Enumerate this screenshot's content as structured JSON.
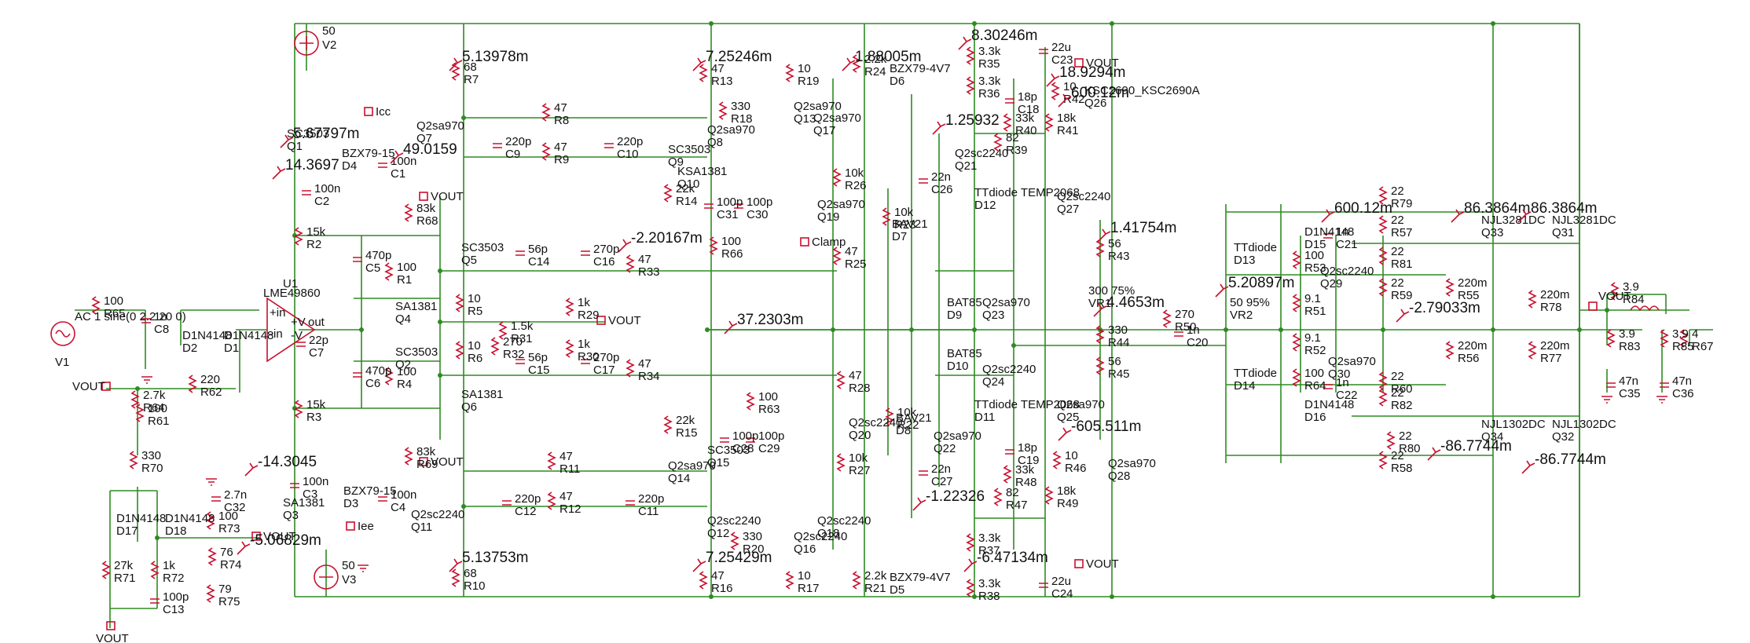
{
  "colors": {
    "wire": "#2e8b22",
    "component": "#c8102e",
    "text": "#111111",
    "background": "#ffffff",
    "probe": "#b7a400"
  },
  "sources": [
    {
      "name": "V1",
      "value": "AC 1 sine(0 2.2 20 0)"
    },
    {
      "name": "V2",
      "value": "50"
    },
    {
      "name": "V3",
      "value": "50"
    }
  ],
  "components": [
    {
      "n": "R65",
      "v": "100"
    },
    {
      "n": "C8",
      "v": "1n"
    },
    {
      "n": "D2",
      "v": "D1N4148"
    },
    {
      "n": "D1",
      "v": "D1N4148"
    },
    {
      "n": "U1",
      "v": "LME49860"
    },
    {
      "n": "R64",
      "v": "2.7k"
    },
    {
      "n": "R62",
      "v": "220"
    },
    {
      "n": "R61",
      "v": "100"
    },
    {
      "n": "R70",
      "v": "330"
    },
    {
      "n": "D17",
      "v": "D1N4148"
    },
    {
      "n": "D18",
      "v": "D1N4148"
    },
    {
      "n": "R71",
      "v": "27k"
    },
    {
      "n": "R72",
      "v": "1k"
    },
    {
      "n": "C13",
      "v": "100p"
    },
    {
      "n": "C32",
      "v": "2.7n"
    },
    {
      "n": "R73",
      "v": "100"
    },
    {
      "n": "R74",
      "v": "76"
    },
    {
      "n": "R75",
      "v": "79"
    },
    {
      "n": "Q1",
      "v": "SC3503"
    },
    {
      "n": "D4",
      "v": "BZX79-15"
    },
    {
      "n": "C1",
      "v": "100n"
    },
    {
      "n": "C2",
      "v": "100n"
    },
    {
      "n": "Q3",
      "v": "SA1381"
    },
    {
      "n": "C3",
      "v": "100n"
    },
    {
      "n": "D3",
      "v": "BZX79-15"
    },
    {
      "n": "C4",
      "v": "100n"
    },
    {
      "n": "R2",
      "v": "15k"
    },
    {
      "n": "C5",
      "v": "470p"
    },
    {
      "n": "R1",
      "v": "100"
    },
    {
      "n": "Q4",
      "v": "SA1381"
    },
    {
      "n": "Q2",
      "v": "SC3503"
    },
    {
      "n": "C6",
      "v": "470p"
    },
    {
      "n": "R4",
      "v": "100"
    },
    {
      "n": "C7",
      "v": "22p"
    },
    {
      "n": "R3",
      "v": "15k"
    },
    {
      "n": "R68",
      "v": "83k"
    },
    {
      "n": "R69",
      "v": "83k"
    },
    {
      "n": "Q5",
      "v": "SC3503"
    },
    {
      "n": "Q6",
      "v": "SA1381"
    },
    {
      "n": "R5",
      "v": "10"
    },
    {
      "n": "R6",
      "v": "10"
    },
    {
      "n": "R31",
      "v": "1.5k"
    },
    {
      "n": "R32",
      "v": "270"
    },
    {
      "n": "R29",
      "v": "1k"
    },
    {
      "n": "R30",
      "v": "1k"
    },
    {
      "n": "C14",
      "v": "56p"
    },
    {
      "n": "C16",
      "v": "270p"
    },
    {
      "n": "R33",
      "v": "47"
    },
    {
      "n": "C15",
      "v": "56p"
    },
    {
      "n": "C17",
      "v": "270p"
    },
    {
      "n": "R34",
      "v": "47"
    },
    {
      "n": "R7",
      "v": "68"
    },
    {
      "n": "Q7",
      "v": "Q2sa970"
    },
    {
      "n": "C9",
      "v": "220p"
    },
    {
      "n": "R8",
      "v": "47"
    },
    {
      "n": "R9",
      "v": "47"
    },
    {
      "n": "C10",
      "v": "220p"
    },
    {
      "n": "Q8",
      "v": "Q2sa970"
    },
    {
      "n": "Q9",
      "v": "SC3503"
    },
    {
      "n": "Q10",
      "v": "KSA1381"
    },
    {
      "n": "R14",
      "v": "22k"
    },
    {
      "n": "R10",
      "v": "68"
    },
    {
      "n": "Q11",
      "v": "Q2sc2240"
    },
    {
      "n": "C12",
      "v": "220p"
    },
    {
      "n": "R11",
      "v": "47"
    },
    {
      "n": "R12",
      "v": "47"
    },
    {
      "n": "C11",
      "v": "220p"
    },
    {
      "n": "Q12",
      "v": "Q2sc2240"
    },
    {
      "n": "Q14",
      "v": "Q2sa970"
    },
    {
      "n": "Q15",
      "v": "SC3503"
    },
    {
      "n": "R15",
      "v": "22k"
    },
    {
      "n": "R13",
      "v": "47"
    },
    {
      "n": "R16",
      "v": "47"
    },
    {
      "n": "R18",
      "v": "330"
    },
    {
      "n": "R20",
      "v": "330"
    },
    {
      "n": "R19",
      "v": "10"
    },
    {
      "n": "R17",
      "v": "10"
    },
    {
      "n": "Q13",
      "v": "Q2sa970"
    },
    {
      "n": "Q16",
      "v": "Q2sc2240"
    },
    {
      "n": "C31",
      "v": "100p"
    },
    {
      "n": "C30",
      "v": "100p"
    },
    {
      "n": "R66",
      "v": "100"
    },
    {
      "n": "C28",
      "v": "100p"
    },
    {
      "n": "C29",
      "v": "100p"
    },
    {
      "n": "R63",
      "v": "100"
    },
    {
      "n": "R24",
      "v": "2.2k"
    },
    {
      "n": "D6",
      "v": "BZX79-4V7"
    },
    {
      "n": "Q17",
      "v": "Q2sa970"
    },
    {
      "n": "R26",
      "v": "10k"
    },
    {
      "n": "Q19",
      "v": "Q2sa970"
    },
    {
      "n": "R23",
      "v": "10k"
    },
    {
      "n": "D7",
      "v": "BAV21"
    },
    {
      "n": "R25",
      "v": "47"
    },
    {
      "n": "R28",
      "v": "47"
    },
    {
      "n": "Q20",
      "v": "Q2sc2240"
    },
    {
      "n": "R27",
      "v": "10k"
    },
    {
      "n": "R22",
      "v": "10k"
    },
    {
      "n": "D8",
      "v": "BAV21"
    },
    {
      "n": "Q18",
      "v": "Q2sc2240"
    },
    {
      "n": "R21",
      "v": "2.2k"
    },
    {
      "n": "D5",
      "v": "BZX79-4V7"
    },
    {
      "n": "R35",
      "v": "3.3k"
    },
    {
      "n": "R36",
      "v": "3.3k"
    },
    {
      "n": "C23",
      "v": "22u"
    },
    {
      "n": "R42",
      "v": "10"
    },
    {
      "n": "Q26",
      "v": "KSC2690_KSC2690A"
    },
    {
      "n": "C18",
      "v": "18p"
    },
    {
      "n": "R39",
      "v": "82"
    },
    {
      "n": "R40",
      "v": "33k"
    },
    {
      "n": "R41",
      "v": "18k"
    },
    {
      "n": "Q21",
      "v": "Q2sc2240"
    },
    {
      "n": "C26",
      "v": "22n"
    },
    {
      "n": "D12",
      "v": "TTdiode TEMP2068"
    },
    {
      "n": "Q27",
      "v": "Q2sc2240"
    },
    {
      "n": "Q23",
      "v": "Q2sa970"
    },
    {
      "n": "D9",
      "v": "BAT85"
    },
    {
      "n": "D10",
      "v": "BAT85"
    },
    {
      "n": "Q24",
      "v": "Q2sc2240"
    },
    {
      "n": "D11",
      "v": "TTdiode TEMP2068"
    },
    {
      "n": "Q22",
      "v": "Q2sa970"
    },
    {
      "n": "C27",
      "v": "22n"
    },
    {
      "n": "Q25",
      "v": "Q2sa970"
    },
    {
      "n": "C19",
      "v": "18p"
    },
    {
      "n": "R47",
      "v": "82"
    },
    {
      "n": "R48",
      "v": "33k"
    },
    {
      "n": "R49",
      "v": "18k"
    },
    {
      "n": "R46",
      "v": "10"
    },
    {
      "n": "Q28",
      "v": "Q2sa970"
    },
    {
      "n": "R37",
      "v": "3.3k"
    },
    {
      "n": "R38",
      "v": "3.3k"
    },
    {
      "n": "C24",
      "v": "22u"
    },
    {
      "n": "R43",
      "v": "56"
    },
    {
      "n": "VR1",
      "v": "300 75%"
    },
    {
      "n": "R44",
      "v": "330"
    },
    {
      "n": "R45",
      "v": "56"
    },
    {
      "n": "R50",
      "v": "270"
    },
    {
      "n": "C20",
      "v": "1n"
    },
    {
      "n": "D13",
      "v": "TTdiode"
    },
    {
      "n": "VR2",
      "v": "50 95%"
    },
    {
      "n": "D14",
      "v": "TTdiode"
    },
    {
      "n": "D15",
      "v": "D1N4148"
    },
    {
      "n": "D16",
      "v": "D1N4148"
    },
    {
      "n": "R53",
      "v": "100"
    },
    {
      "n": "C21",
      "v": "1n"
    },
    {
      "n": "R64b",
      "v": "100"
    },
    {
      "n": "C22",
      "v": "1n"
    },
    {
      "n": "Q29",
      "v": "Q2sc2240"
    },
    {
      "n": "Q30",
      "v": "Q2sa970"
    },
    {
      "n": "R51",
      "v": "9.1"
    },
    {
      "n": "R52",
      "v": "9.1"
    },
    {
      "n": "R79",
      "v": "22"
    },
    {
      "n": "R57",
      "v": "22"
    },
    {
      "n": "R81",
      "v": "22"
    },
    {
      "n": "R59",
      "v": "22"
    },
    {
      "n": "R60",
      "v": "22"
    },
    {
      "n": "R82",
      "v": "22"
    },
    {
      "n": "R80",
      "v": "22"
    },
    {
      "n": "R58",
      "v": "22"
    },
    {
      "n": "Q33",
      "v": "NJL3281DC"
    },
    {
      "n": "Q31",
      "v": "NJL3281DC"
    },
    {
      "n": "Q34",
      "v": "NJL1302DC"
    },
    {
      "n": "Q32",
      "v": "NJL1302DC"
    },
    {
      "n": "R55",
      "v": "220m"
    },
    {
      "n": "R56",
      "v": "220m"
    },
    {
      "n": "R78",
      "v": "220m"
    },
    {
      "n": "R77",
      "v": "220m"
    },
    {
      "n": "R84",
      "v": "3.9"
    },
    {
      "n": "L1",
      "v": ""
    },
    {
      "n": "R83",
      "v": "3.9"
    },
    {
      "n": "R85",
      "v": "3.9"
    },
    {
      "n": "R67",
      "v": "4"
    },
    {
      "n": "C35",
      "v": "47n"
    },
    {
      "n": "C36",
      "v": "47n"
    }
  ],
  "probes": [
    "5.13978m",
    "7.25246m",
    "1.88005m",
    "8.30246m",
    "18.9294m",
    "600.12m",
    "5.67797m",
    "14.3697",
    "49.0159",
    "1.25932",
    "-2.20167m",
    "1.41754m",
    "86.3864m",
    "86.3864m",
    "600.12m",
    "37.2303m",
    "5.20897m",
    "4.4653m",
    "-2.79033m",
    "-14.3045",
    "-5.06829m",
    "5.13753m",
    "7.25429m",
    "-6.47134m",
    "-1.22326",
    "-605.511m",
    "-86.7744m",
    "-86.7744m"
  ],
  "net_labels": [
    "Icc",
    "Iee",
    "VOUT",
    "Clamp"
  ]
}
